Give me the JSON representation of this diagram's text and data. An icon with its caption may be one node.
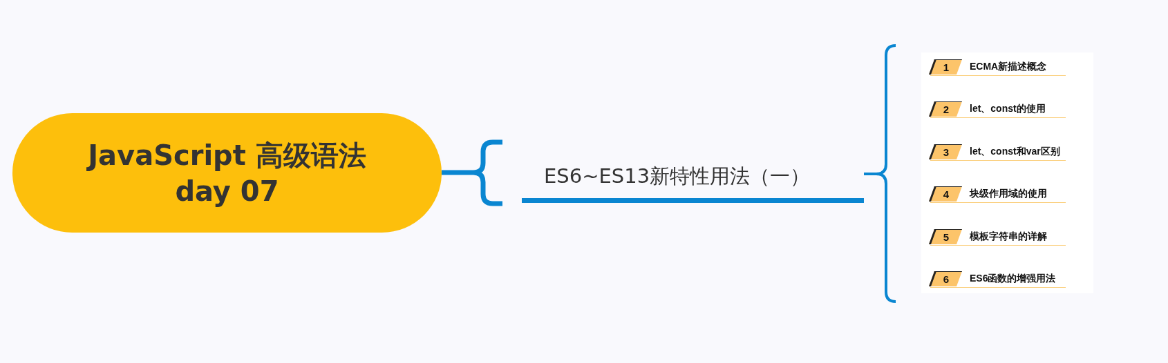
{
  "diagram": {
    "nodes": [
      {
        "text": [
          "JavaScript 高级语法 day 07"
        ]
      },
      {
        "text": [
          "ES6~ES13新特性用法（一）"
        ]
      },
      {
        "text": [],
        "shape": "box"
      },
      {
        "text": [
          "1",
          "ECMA新描述概念"
        ],
        "in": 2
      },
      {
        "text": [
          "2",
          "let、const的使用"
        ],
        "in": 2
      },
      {
        "text": [
          "3",
          "let、const和var区别"
        ],
        "in": 2
      },
      {
        "text": [
          "4",
          "块级作用域的使用"
        ],
        "in": 2
      },
      {
        "text": [
          "5",
          "模板字符串的详解"
        ],
        "in": 2
      },
      {
        "text": [
          "6",
          "ES6函数的增强用法"
        ],
        "in": 2
      }
    ],
    "edges": [
      {
        "from": 0,
        "to": 1,
        "arrow": "none"
      },
      {
        "from": 1,
        "to": 2,
        "arrow": "none"
      }
    ]
  }
}
